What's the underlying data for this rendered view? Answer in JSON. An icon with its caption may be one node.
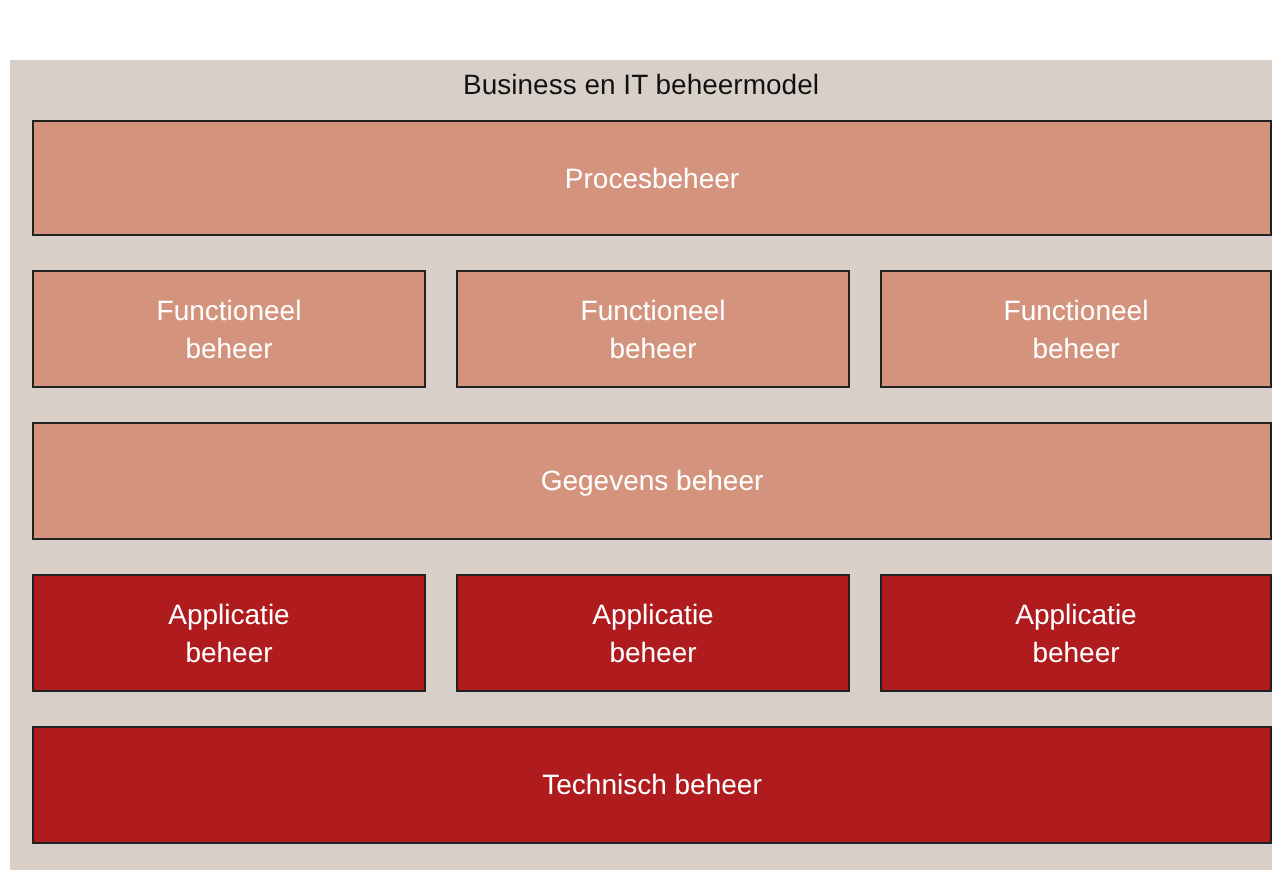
{
  "diagram": {
    "nodes": [
      {
        "text": [
          "Business en IT beheermodel"
        ]
      },
      {
        "text": [
          "Procesbeheer"
        ],
        "in": 0
      },
      {
        "text": [
          "Functioneel beheer"
        ],
        "in": 0
      },
      {
        "text": [
          "Functioneel beheer"
        ],
        "in": 0
      },
      {
        "text": [
          "Functioneel beheer"
        ],
        "in": 0
      },
      {
        "text": [
          "Gegevens beheer"
        ],
        "in": 0
      },
      {
        "text": [
          "Applicatie beheer"
        ],
        "in": 0
      },
      {
        "text": [
          "Applicatie beheer"
        ],
        "in": 0
      },
      {
        "text": [
          "Applicatie beheer"
        ],
        "in": 0
      },
      {
        "text": [
          "Technisch beheer"
        ],
        "in": 0
      }
    ]
  }
}
